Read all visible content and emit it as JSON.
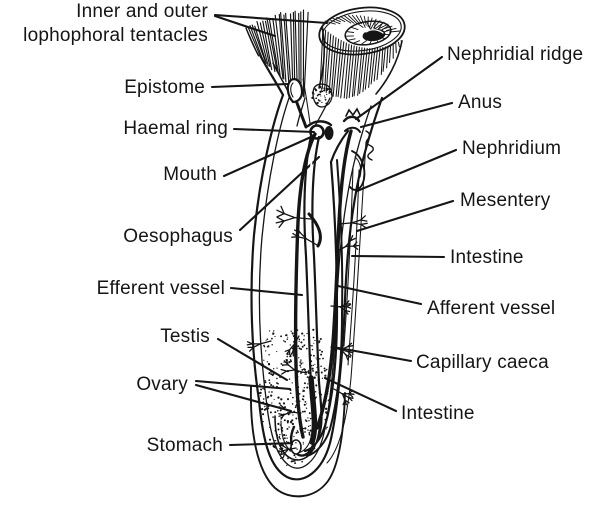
{
  "figure": {
    "background": "#ffffff",
    "ink": "#151515"
  },
  "labels": {
    "tentacles": {
      "line1": "Inner and outer",
      "line2": "lophophoral tentacles"
    },
    "epistome": "Epistome",
    "haemal_ring": "Haemal ring",
    "mouth": "Mouth",
    "oesophagus": "Oesophagus",
    "efferent_vessel": "Efferent vessel",
    "testis": "Testis",
    "ovary": "Ovary",
    "stomach": "Stomach",
    "nephridial_ridge": "Nephridial ridge",
    "anus": "Anus",
    "nephridium": "Nephridium",
    "mesentery": "Mesentery",
    "intestine_upper": "Intestine",
    "afferent_vessel": "Afferent vessel",
    "capillary_caeca": "Capillary caeca",
    "intestine_lower": "Intestine"
  }
}
